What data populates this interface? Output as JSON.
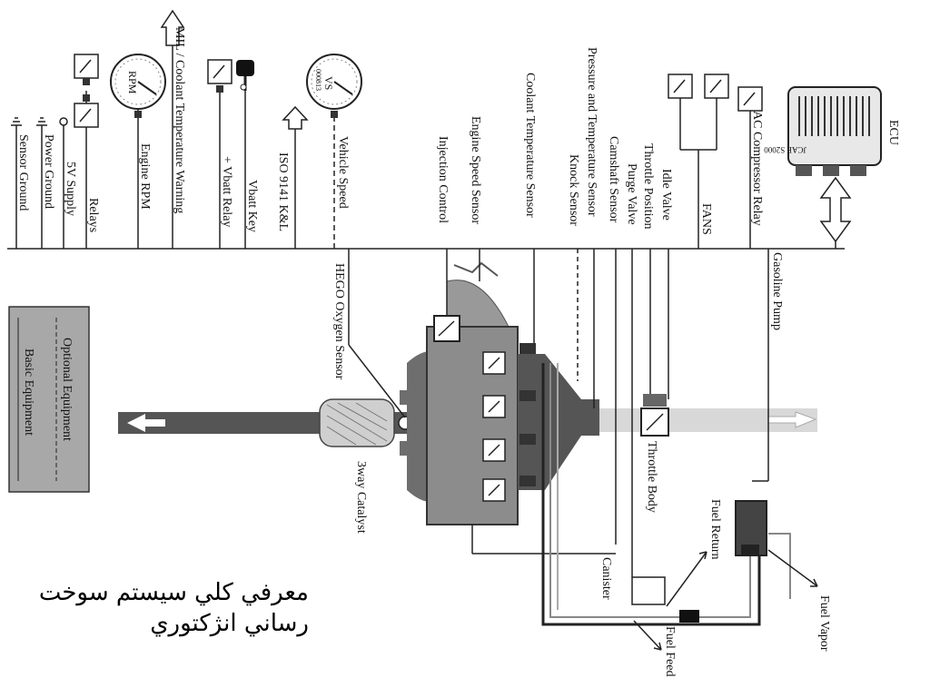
{
  "labels": {
    "sensor_ground": "Sensor Ground",
    "power_ground": "Power Ground",
    "supply_5v": "5V Supply",
    "relays": "Relays",
    "engine_rpm": "Engine RPM",
    "mil_coolant": "MIL / Coolant Temperature Warning",
    "vbatt_relay": "+ Vbatt Relay",
    "vbatt_key": "Vbatt Key",
    "iso": "ISO 9141 K&L",
    "vehicle_speed": "Vehicle Speed",
    "injection_control": "Injection Control",
    "engine_speed_sensor": "Engine Speed Sensor",
    "coolant_temp_sensor": "Coolant Temperature Sensor",
    "pressure_temp_sensor": "Pressure and Temperature Sensor",
    "knock_sensor": "Knock Sensor",
    "camshaft_sensor": "Camshaft Sensor",
    "purge_valve": "Purge Valve",
    "throttle_position": "Throttle Position",
    "idle_valve": "Idle Valve",
    "fans": "FANS",
    "ac_compressor_relay": "AC Compressor Relay",
    "ecu": "ECU",
    "ecu_model": "JCAE S2000",
    "gasoline_pump": "Gasoline Pump",
    "hego_sensor": "HEGO Oxygen Sensor",
    "catalyst": "3way Catalyst",
    "throttle_body": "Throttle Body",
    "fuel_return": "Fuel Return",
    "canister": "Canister",
    "fuel_feed": "Fuel Feed",
    "fuel_vapor": "Fuel Vapor",
    "rpm_gauge": "RPM",
    "vs_gauge": "VS",
    "vs_odometer": "000813"
  },
  "legend": {
    "optional": "Optional Equipment",
    "basic": "Basic Equipment"
  },
  "caption": {
    "line1": "معرفي كلي سيستم سوخت",
    "line2": "رساني انژكتوري"
  }
}
